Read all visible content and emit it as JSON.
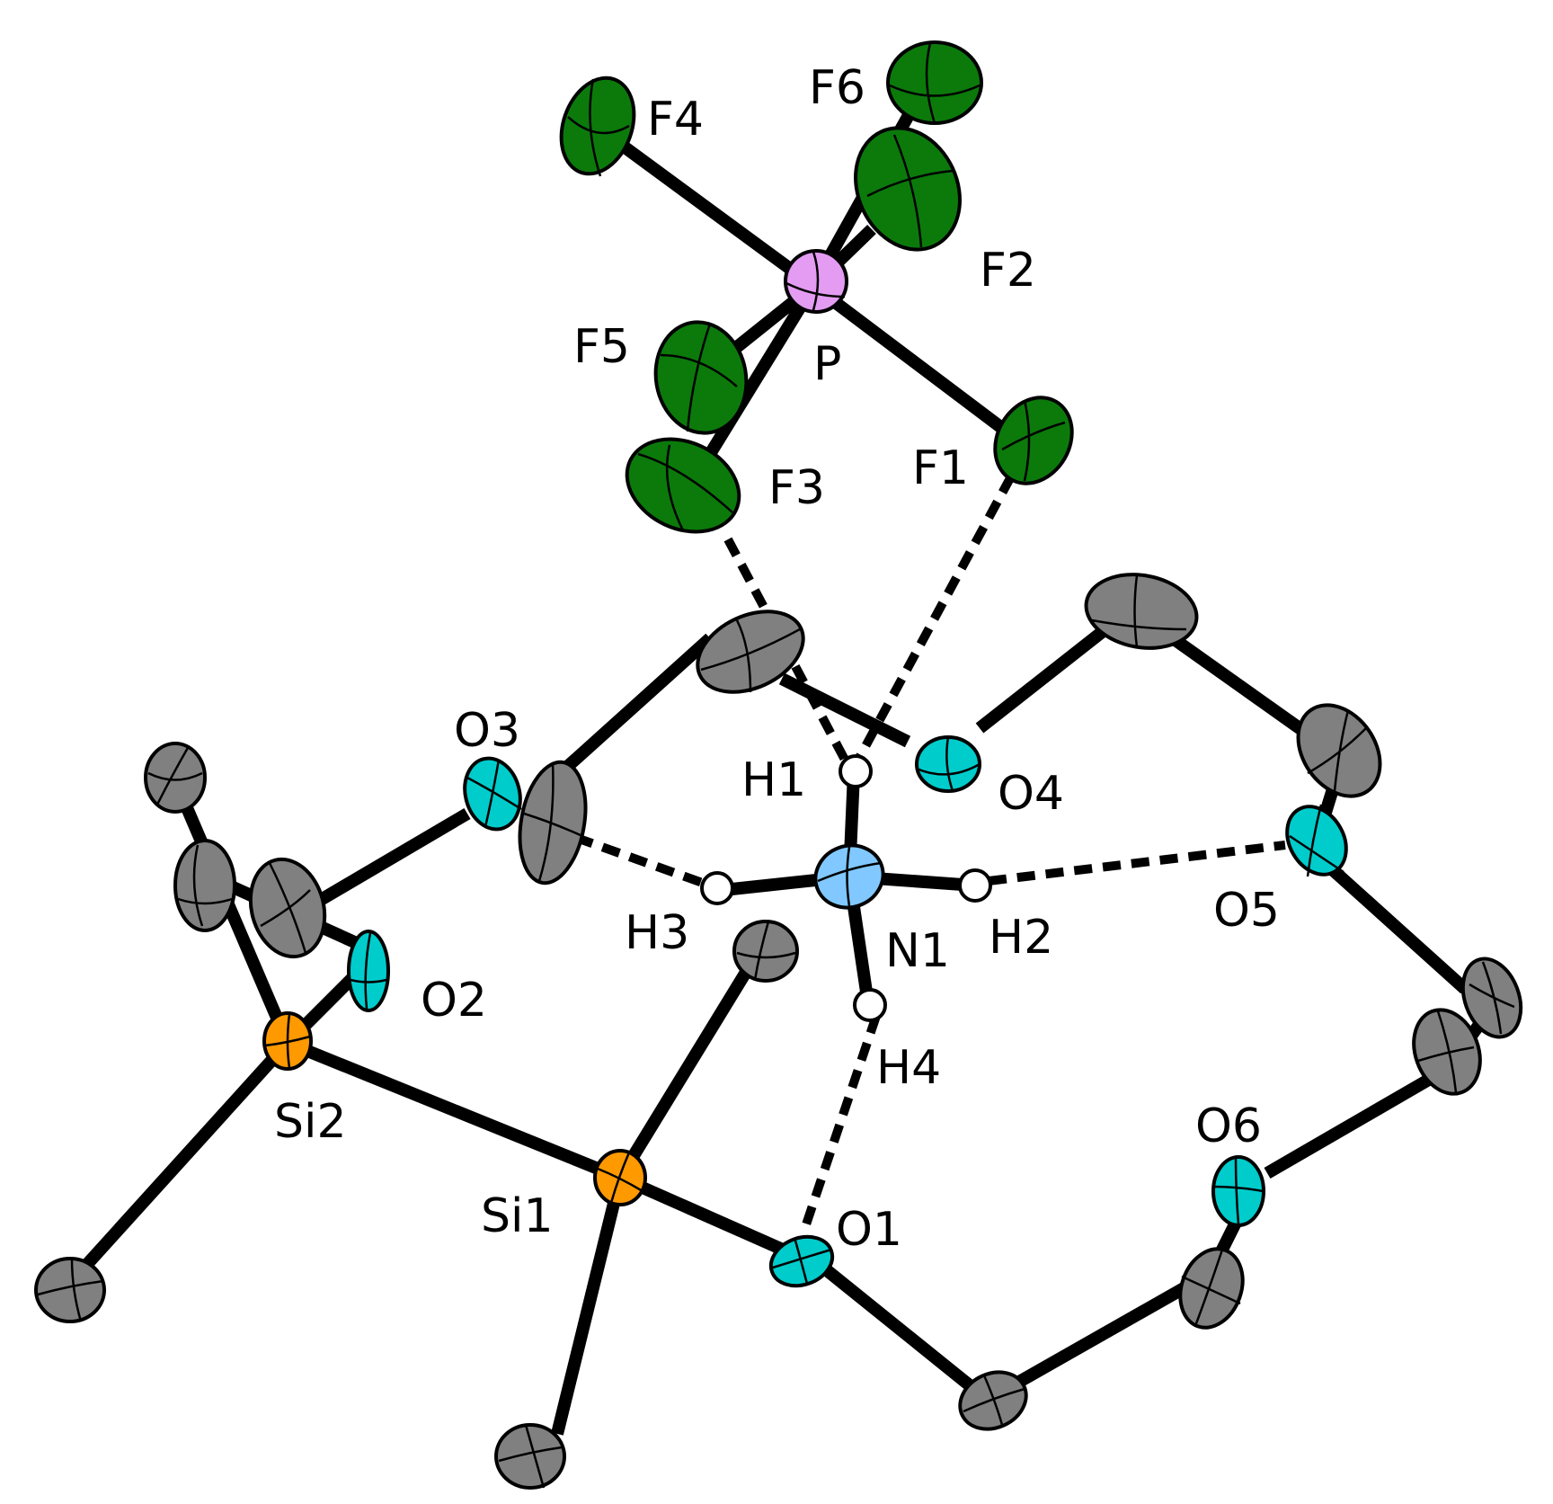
{
  "figure": {
    "type": "ORTEP crystal structure diagram",
    "colors": {
      "F": "#0b7a0b",
      "P": "#e39cf2",
      "C": "#808080",
      "O": "#00cccc",
      "N": "#80c8ff",
      "Si": "#ff9900",
      "H": "#ffffff",
      "bond": "#000000"
    },
    "labels": {
      "F1": "F1",
      "F2": "F2",
      "F3": "F3",
      "F4": "F4",
      "F5": "F5",
      "F6": "F6",
      "P": "P",
      "O1": "O1",
      "O2": "O2",
      "O3": "O3",
      "O4": "O4",
      "O5": "O5",
      "O6": "O6",
      "N1": "N1",
      "H1": "H1",
      "H2": "H2",
      "H3": "H3",
      "H4": "H4",
      "Si1": "Si1",
      "Si2": "Si2"
    },
    "hydrogen_bonds": [
      [
        "H1",
        "F3"
      ],
      [
        "H1",
        "F1"
      ],
      [
        "H3",
        "O3"
      ],
      [
        "H2",
        "O5"
      ],
      [
        "H4",
        "O1"
      ]
    ]
  }
}
